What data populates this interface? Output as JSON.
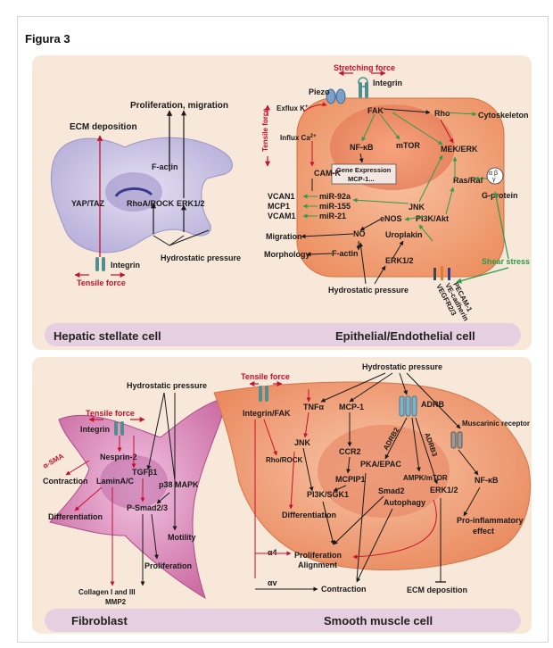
{
  "figure_title": "Figura 3",
  "panels": {
    "hepatic": {
      "caption": "Hepatic stellate cell",
      "ecm": "ECM deposition",
      "prolif": "Proliferation, migration",
      "factin": "F-actin",
      "yap": "YAP/TAZ",
      "rho": "RhoA/ROCK",
      "erk": "ERK1/2",
      "hydro": "Hydrostatic pressure",
      "integrin": "Integrin",
      "tensile": "Tensile force"
    },
    "endothelial": {
      "caption": "Epithelial/Endothelial cell",
      "stretching": "Stretching force",
      "piezo": "Piezo",
      "integrin": "Integrin",
      "tensile": "Tensile force",
      "efflux": "Exflux K",
      "efflux_sup": "+",
      "influx": "Influx Ca",
      "influx_sup": "2+",
      "fak": "FAK",
      "rho": "Rho",
      "cytoskeleton": "Cytoskeleton",
      "nfkb": "NF-κB",
      "mtor": "mTOR",
      "mekerk": "MEK/ERK",
      "gene1": "Gene Expression",
      "gene2": "MCP-1...",
      "camk": "CAM-K",
      "rasraf": "Ras/Raf",
      "gprotein": "G-protein",
      "vcan1": "VCAN1",
      "mcp1": "MCP1",
      "vcam1": "VCAM1",
      "mir92": "miR-92a",
      "mir155": "miR-155",
      "mir21": "miR-21",
      "jnk": "JNK",
      "enos": "eNOS",
      "pi3k": "PI3K/Akt",
      "no": "NO",
      "uroplakin": "Uroplakin",
      "migration": "Migration",
      "morphology": "Morphology",
      "factin": "F-actin",
      "erk": "ERK1/2",
      "shear": "Shear stress",
      "pecam": "PECAM-1",
      "vecad": "VE-cadherin",
      "vegfr": "VEGFR2/3",
      "hydro": "Hydrostatic pressure",
      "alpha_beta": "α β",
      "gamma": "γ"
    },
    "fibroblast": {
      "caption": "Fibroblast",
      "hydro": "Hydrostatic pressure",
      "tensile": "Tensile force",
      "integrin": "Integrin",
      "asma": "α-SMA",
      "nesprin": "Nesprin-2",
      "contraction": "Contraction",
      "lamin": "LaminA/C",
      "tgf": "TGFβ1",
      "p38": "p38 MAPK",
      "differentiation": "Differentiation",
      "psmad": "P-Smad2/3",
      "motility": "Motility",
      "proliferation": "Proliferation",
      "collagen": "Collagen I and III",
      "mmp2": "MMP2"
    },
    "smooth": {
      "caption": "Smooth muscle cell",
      "tensile": "Tensile force",
      "hydro": "Hydrostatic pressure",
      "intfak": "Integrin/FAK",
      "tnfa": "TNFα",
      "mcp1": "MCP-1",
      "adrb": "ADRB",
      "muscarinic": "Muscarinic receptor",
      "adrb2": "ADRB2",
      "adrb3": "ADRB3",
      "rhorock": "Rho/ROCK",
      "jnk": "JNK",
      "ccr2": "CCR2",
      "pka": "PKA/EPAC",
      "ampk": "AMPK/mTOR",
      "mcpip1": "MCPIP1",
      "smad2": "Smad2",
      "erk": "ERK1/2",
      "nfkb": "NF-κB",
      "pi3k": "PI3K/SGK1",
      "autophagy": "Autophagy",
      "differentiation": "Differentiation",
      "proinfl1": "Pro-inflammatory",
      "proinfl2": "effect",
      "a4": "α4",
      "prolif1": "Proliferation",
      "prolif2": "Alignment",
      "av": "αv",
      "contraction": "Contraction",
      "ecm": "ECM deposition"
    }
  },
  "colors": {
    "panel_bg": "#f7e8da",
    "caption_band": "#e6cfe0",
    "black_arrow": "#1a1a1a",
    "red_arrow": "#c8102e",
    "green_arrow": "#2e9b48",
    "hsc_cell": "#cfc9e6",
    "endo_cell": "#f1a47a",
    "fibro_cell": "#de9ac8",
    "smc_cell": "#f2a27e"
  }
}
